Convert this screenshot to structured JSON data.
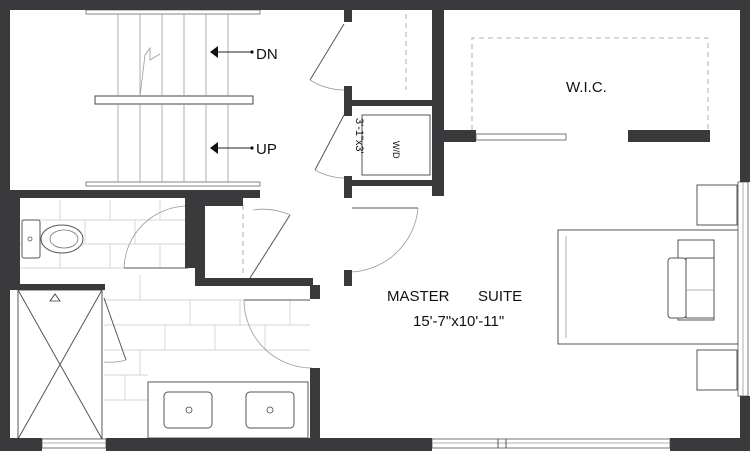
{
  "labels": {
    "stair_down": "DN",
    "stair_up": "UP",
    "walk_in_closet": "W.I.C.",
    "washer_dryer": "W/D",
    "laundry_size": "3'-1\"x3'",
    "room_name_1": "MASTER",
    "room_name_2": "SUITE",
    "room_size": "15'-7\"x10'-11\""
  },
  "colors": {
    "wall": "#3a3a3c",
    "line": "#555555",
    "tile": "#c8c8c8",
    "background": "#ffffff"
  }
}
